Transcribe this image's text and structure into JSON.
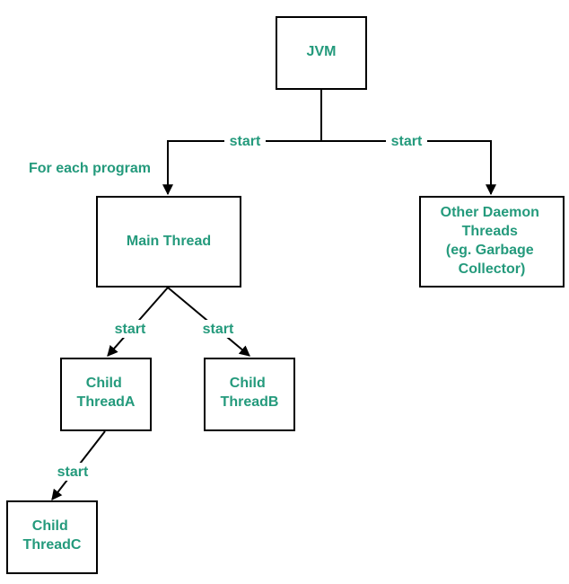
{
  "colors": {
    "text": "#249A7C",
    "stroke": "#000000",
    "background": "#ffffff"
  },
  "nodes": {
    "jvm": {
      "lines": [
        "JVM"
      ]
    },
    "main_thread": {
      "lines": [
        "Main Thread"
      ]
    },
    "daemon": {
      "lines": [
        "Other Daemon",
        "Threads",
        "(eg. Garbage",
        "Collector)"
      ]
    },
    "child_a": {
      "lines": [
        "Child",
        "ThreadA"
      ]
    },
    "child_b": {
      "lines": [
        "Child",
        "ThreadB"
      ]
    },
    "child_c": {
      "lines": [
        "Child",
        "ThreadC"
      ]
    }
  },
  "edge_labels": {
    "jvm_to_main": "start",
    "jvm_to_daemon": "start",
    "main_to_a": "start",
    "main_to_b": "start",
    "a_to_c": "start"
  },
  "annotations": {
    "for_each_program": "For each program"
  }
}
